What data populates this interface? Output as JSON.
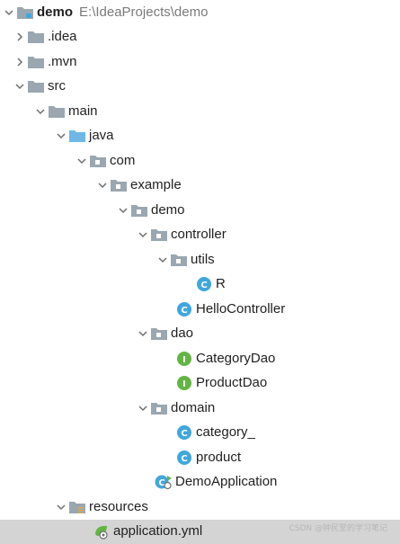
{
  "tree": {
    "root": {
      "label": "demo",
      "path": "E:\\IdeaProjects\\demo"
    },
    "idea": {
      "label": ".idea"
    },
    "mvn": {
      "label": ".mvn"
    },
    "src": {
      "label": "src"
    },
    "main": {
      "label": "main"
    },
    "java": {
      "label": "java"
    },
    "com": {
      "label": "com"
    },
    "example": {
      "label": "example"
    },
    "demo_pkg": {
      "label": "demo"
    },
    "controller": {
      "label": "controller"
    },
    "utils": {
      "label": "utils"
    },
    "r_class": {
      "label": "R"
    },
    "hello_controller": {
      "label": "HelloController"
    },
    "dao": {
      "label": "dao"
    },
    "category_dao": {
      "label": "CategoryDao"
    },
    "product_dao": {
      "label": "ProductDao"
    },
    "domain": {
      "label": "domain"
    },
    "category_class": {
      "label": "category_"
    },
    "product_class": {
      "label": "product"
    },
    "demo_application": {
      "label": "DemoApplication"
    },
    "resources": {
      "label": "resources"
    },
    "application_yml": {
      "label": "application.yml"
    }
  },
  "colors": {
    "folder": "#9aa7b0",
    "source_folder": "#6fb8e6",
    "class_icon": "#40a7dd",
    "interface_icon": "#62b543",
    "selection": "#d4d4d4"
  },
  "watermark": "CSDN @钟民堂的学习笔记"
}
